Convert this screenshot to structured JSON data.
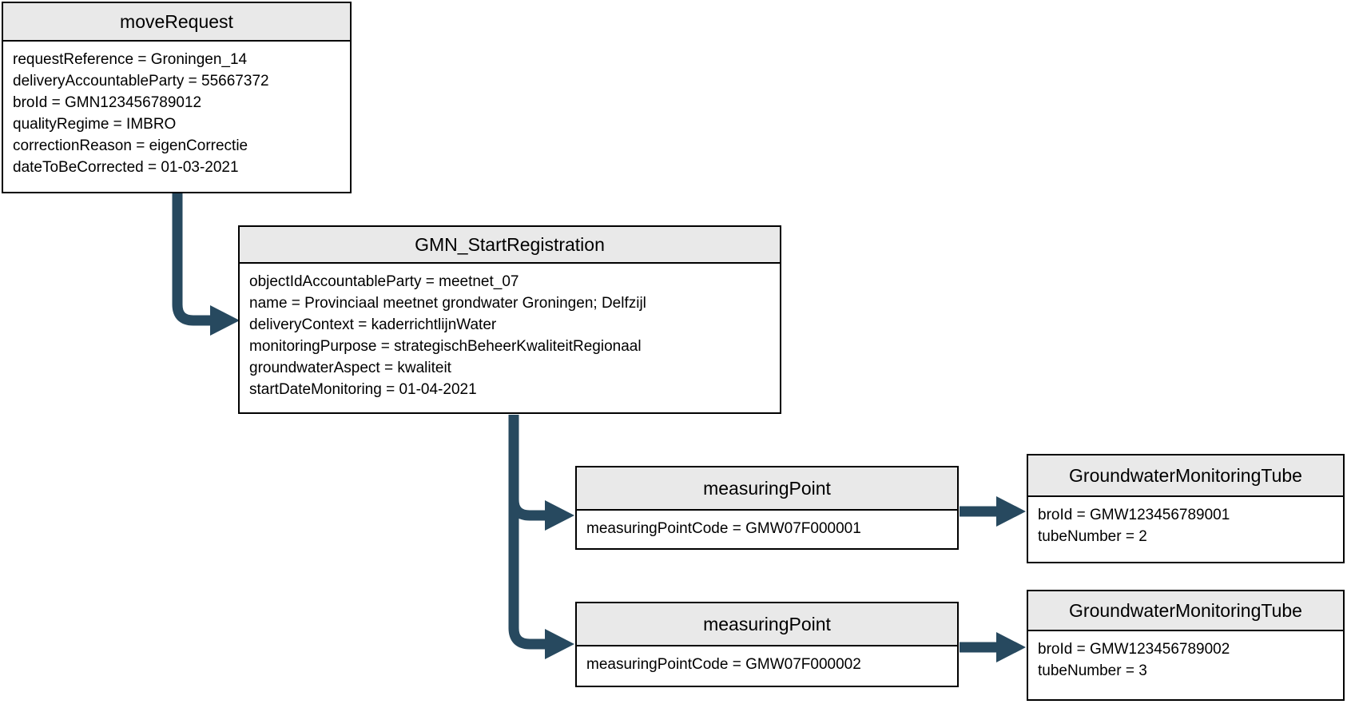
{
  "colors": {
    "arrow": "#27495f",
    "node_header_fill": "#e9e9e9",
    "node_border": "#000000",
    "node_body_fill": "#ffffff",
    "canvas_background": "#ffffff"
  },
  "nodes": {
    "moveRequest": {
      "title": "moveRequest",
      "attributes": [
        "requestReference = Groningen_14",
        "deliveryAccountableParty = 55667372",
        "broId = GMN123456789012",
        "qualityRegime = IMBRO",
        "correctionReason = eigenCorrectie",
        "dateToBeCorrected = 01-03-2021"
      ]
    },
    "gmnStartRegistration": {
      "title": "GMN_StartRegistration",
      "attributes": [
        "objectIdAccountableParty = meetnet_07",
        "name = Provinciaal meetnet grondwater Groningen; Delfzijl",
        "deliveryContext = kaderrichtlijnWater",
        "monitoringPurpose = strategischBeheerKwaliteitRegionaal",
        "groundwaterAspect = kwaliteit",
        "startDateMonitoring = 01-04-2021"
      ]
    },
    "measuringPoint1": {
      "title": "measuringPoint",
      "attributes": [
        "measuringPointCode = GMW07F000001"
      ]
    },
    "measuringPoint2": {
      "title": "measuringPoint",
      "attributes": [
        "measuringPointCode = GMW07F000002"
      ]
    },
    "groundwaterMonitoringTube1": {
      "title": "GroundwaterMonitoringTube",
      "attributes": [
        "broId = GMW123456789001",
        "tubeNumber = 2"
      ]
    },
    "groundwaterMonitoringTube2": {
      "title": "GroundwaterMonitoringTube",
      "attributes": [
        "broId = GMW123456789002",
        "tubeNumber = 3"
      ]
    }
  }
}
